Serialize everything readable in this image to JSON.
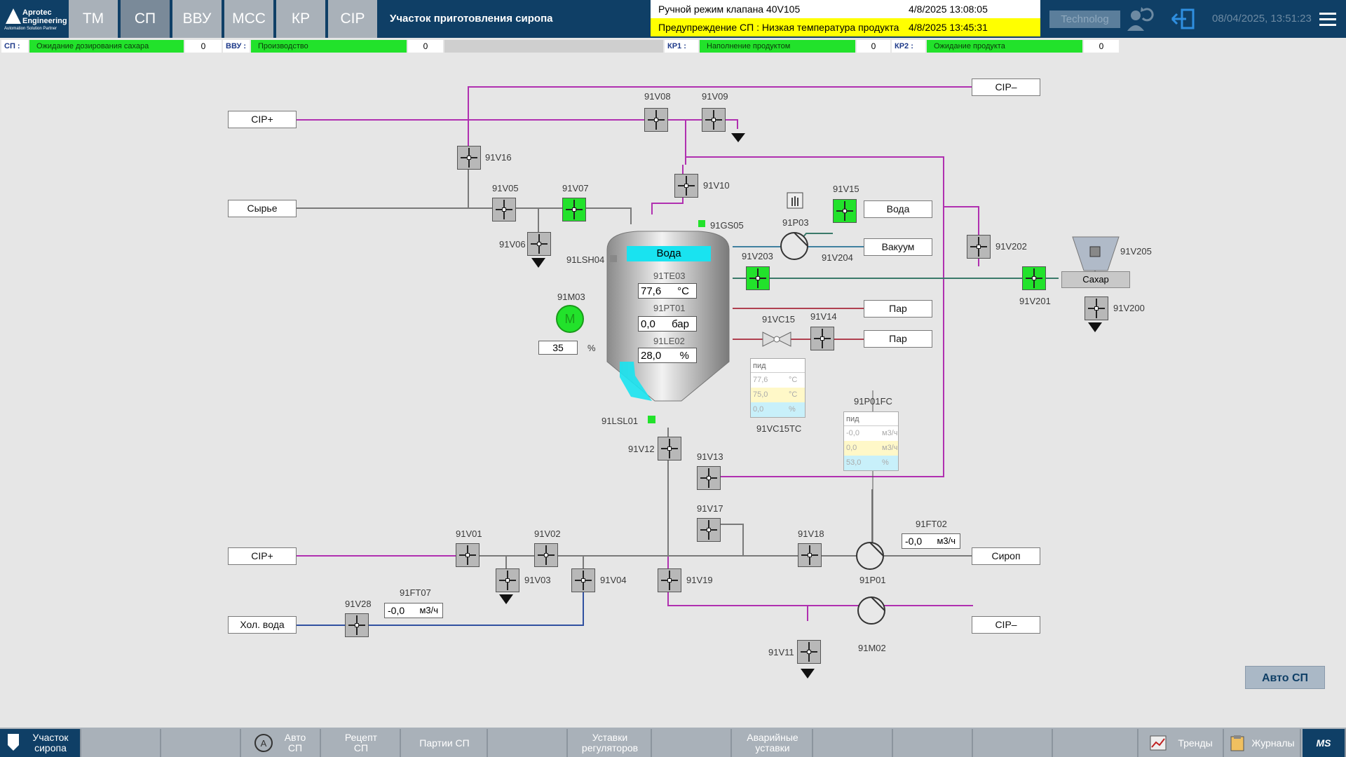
{
  "header": {
    "logo_line1": "Aprotec",
    "logo_line2": "Engineering",
    "logo_sub": "Automation Solution Partner",
    "tabs": [
      "ТМ",
      "СП",
      "ВВУ",
      "МСС",
      "КР",
      "CIP"
    ],
    "active_tab": "СП",
    "page_title": "Участок приготовления сиропа",
    "alarms": [
      {
        "text": "Ручной режим клапана 40V105",
        "time": "4/8/2025 13:08:05",
        "color": "#ffffff"
      },
      {
        "text": "Предупреждение СП : Низкая температура продукта",
        "time": "4/8/2025 13:45:31",
        "color": "#ffff00"
      }
    ],
    "user_button": "Technolog",
    "datetime": "08/04/2025, 13:51:23",
    "icons": [
      "user-sync-icon",
      "logout-icon",
      "menu-icon"
    ]
  },
  "status": {
    "sp_label": "СП :",
    "sp_state": "Ожидание дозирования сахара",
    "sp_step": "0",
    "vvu_label": "ВВУ :",
    "vvu_state": "Производство",
    "vvu_step": "0",
    "kr1_label": "КР1 :",
    "kr1_state": "Наполнение продуктом",
    "kr1_step": "0",
    "kr2_label": "КР2 :",
    "kr2_state": "Ожидание продукта",
    "kr2_step": "0"
  },
  "diagram": {
    "endpoints": {
      "cip_minus_top": "CIP–",
      "cip_plus_top": "CIP+",
      "syrye": "Сырье",
      "voda": "Вода",
      "vakuum": "Вакуум",
      "par1": "Пар",
      "par2": "Пар",
      "cip_plus_bottom": "CIP+",
      "sirop": "Сироп",
      "hol_voda": "Хол. вода",
      "cip_minus_bottom": "CIP–"
    },
    "valves": {
      "v08": "91V08",
      "v09": "91V09",
      "v16": "91V16",
      "v10": "91V10",
      "v05": "91V05",
      "v07": "91V07",
      "v06": "91V06",
      "v15": "91V15",
      "v202": "91V202",
      "v205": "91V205",
      "v203": "91V203",
      "v204": "91V204",
      "v201": "91V201",
      "v200": "91V200",
      "vc15": "91VC15",
      "v14": "91V14",
      "v12": "91V12",
      "v13": "91V13",
      "v17": "91V17",
      "v18": "91V18",
      "v01": "91V01",
      "v02": "91V02",
      "v03": "91V03",
      "v04": "91V04",
      "v19": "91V19",
      "v28": "91V28",
      "v11": "91V11"
    },
    "devices": {
      "gs05": "91GS05",
      "p03": "91P03",
      "lsh04": "91LSH04",
      "m03": "91M03",
      "te03": "91TE03",
      "pt01": "91PT01",
      "le02": "91LE02",
      "lsl01": "91LSL01",
      "vc15tc": "91VC15TC",
      "p01fc": "91P01FC",
      "ft02": "91FT02",
      "p01": "91P01",
      "ft07": "91FT07",
      "m02": "91M02",
      "sugar": "Сахар"
    },
    "tank": {
      "content": "Вода",
      "temperature": "77,6",
      "temperature_unit": "°C",
      "pressure": "0,0",
      "pressure_unit": "бар",
      "level": "28,0",
      "level_unit": "%"
    },
    "mixer": {
      "letter": "M",
      "speed": "35",
      "speed_unit": "%"
    },
    "pid_vc15": {
      "label": "пид",
      "pv": "77,6",
      "pv_unit": "°C",
      "sp": "75,0",
      "sp_unit": "°C",
      "out": "0,0",
      "out_unit": "%"
    },
    "pid_p01": {
      "label": "пид",
      "pv": "-0,0",
      "pv_unit": "м3/ч",
      "sp": "0,0",
      "sp_unit": "м3/ч",
      "out": "53,0",
      "out_unit": "%"
    },
    "ft02": {
      "value": "-0,0",
      "unit": "м3/ч"
    },
    "ft07": {
      "value": "-0,0",
      "unit": "м3/ч"
    },
    "auto_button": "Авто СП"
  },
  "footer": {
    "section": "Участок сиропа",
    "auto": "Авто СП",
    "recipe": "Рецепт СП",
    "batches": "Партии СП",
    "setpoints": "Уставки регуляторов",
    "alarm_setpoints": "Аварийные уставки",
    "trends": "Тренды",
    "journals": "Журналы",
    "ms_logo": "MS"
  },
  "colors": {
    "header": "#0f3f66",
    "tab": "#a9b1b9",
    "active_green": "#22e22b",
    "cip_line": "#b030b0",
    "water_line": "#3050a0",
    "steam_line": "#b04050",
    "vacuum_line": "#4080a0"
  }
}
